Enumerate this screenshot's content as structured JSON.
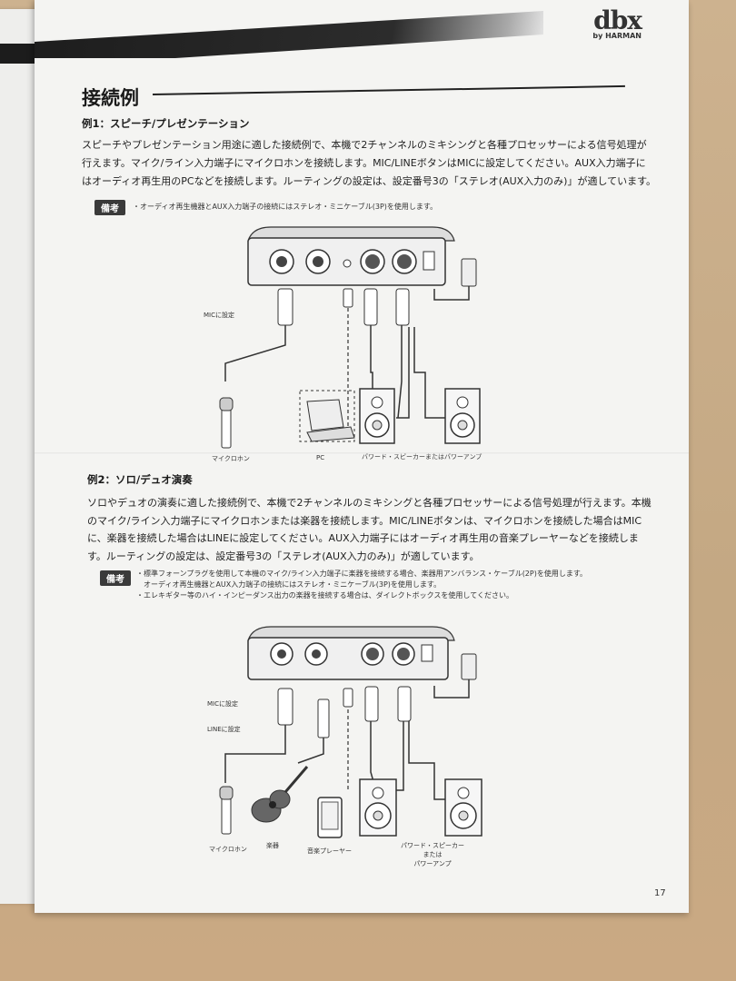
{
  "logo": {
    "brand": "dbx",
    "sub": "by HARMAN"
  },
  "section_title": "接続例",
  "example1": {
    "heading": "例1：スピーチ/プレゼンテーション",
    "lines": [
      "スピーチやプレゼンテーション用途に適した接続例で、本機で2チャンネルのミキシングと各種プロセッサーによる信号処理が",
      "行えます。マイク/ライン入力端子にマイクロホンを接続します。MIC/LINEボタンはMICに設定してください。AUX入力端子に",
      "はオーディオ再生用のPCなどを接続します。ルーティングの設定は、設定番号3の「ステレオ(AUX入力のみ)」が適しています。"
    ],
    "note_badge": "備考",
    "notes": [
      "・オーディオ再生機器とAUX入力端子の接続にはステレオ・ミニケーブル(3P)を使用します。"
    ],
    "labels": {
      "mic_setting": "MICに設定",
      "microphone": "マイクロホン",
      "pc": "PC",
      "speakers": "パワード・スピーカーまたはパワーアンプ"
    }
  },
  "example2": {
    "heading": "例2：ソロ/デュオ演奏",
    "lines": [
      "ソロやデュオの演奏に適した接続例で、本機で2チャンネルのミキシングと各種プロセッサーによる信号処理が行えます。本機",
      "のマイク/ライン入力端子にマイクロホンまたは楽器を接続します。MIC/LINEボタンは、マイクロホンを接続した場合はMIC",
      "に、楽器を接続した場合はLINEに設定してください。AUX入力端子にはオーディオ再生用の音楽プレーヤーなどを接続しま",
      "す。ルーティングの設定は、設定番号3の「ステレオ(AUX入力のみ)」が適しています。"
    ],
    "note_badge": "備考",
    "notes": [
      "・標準フォーンプラグを使用して本機のマイク/ライン入力端子に楽器を接続する場合、楽器用アンバランス・ケーブル(2P)を使用します。",
      "　オーディオ再生機器とAUX入力端子の接続にはステレオ・ミニケーブル(3P)を使用します。",
      "・エレキギター等のハイ・インピーダンス出力の楽器を接続する場合は、ダイレクトボックスを使用してください。"
    ],
    "labels": {
      "mic_setting": "MICに設定",
      "line_setting": "LINEに設定",
      "microphone": "マイクロホン",
      "instrument": "楽器",
      "music_player": "音楽プレーヤー",
      "speakers_1": "パワード・スピーカー",
      "speakers_2": "または",
      "speakers_3": "パワーアンプ"
    }
  },
  "page_number": "17"
}
